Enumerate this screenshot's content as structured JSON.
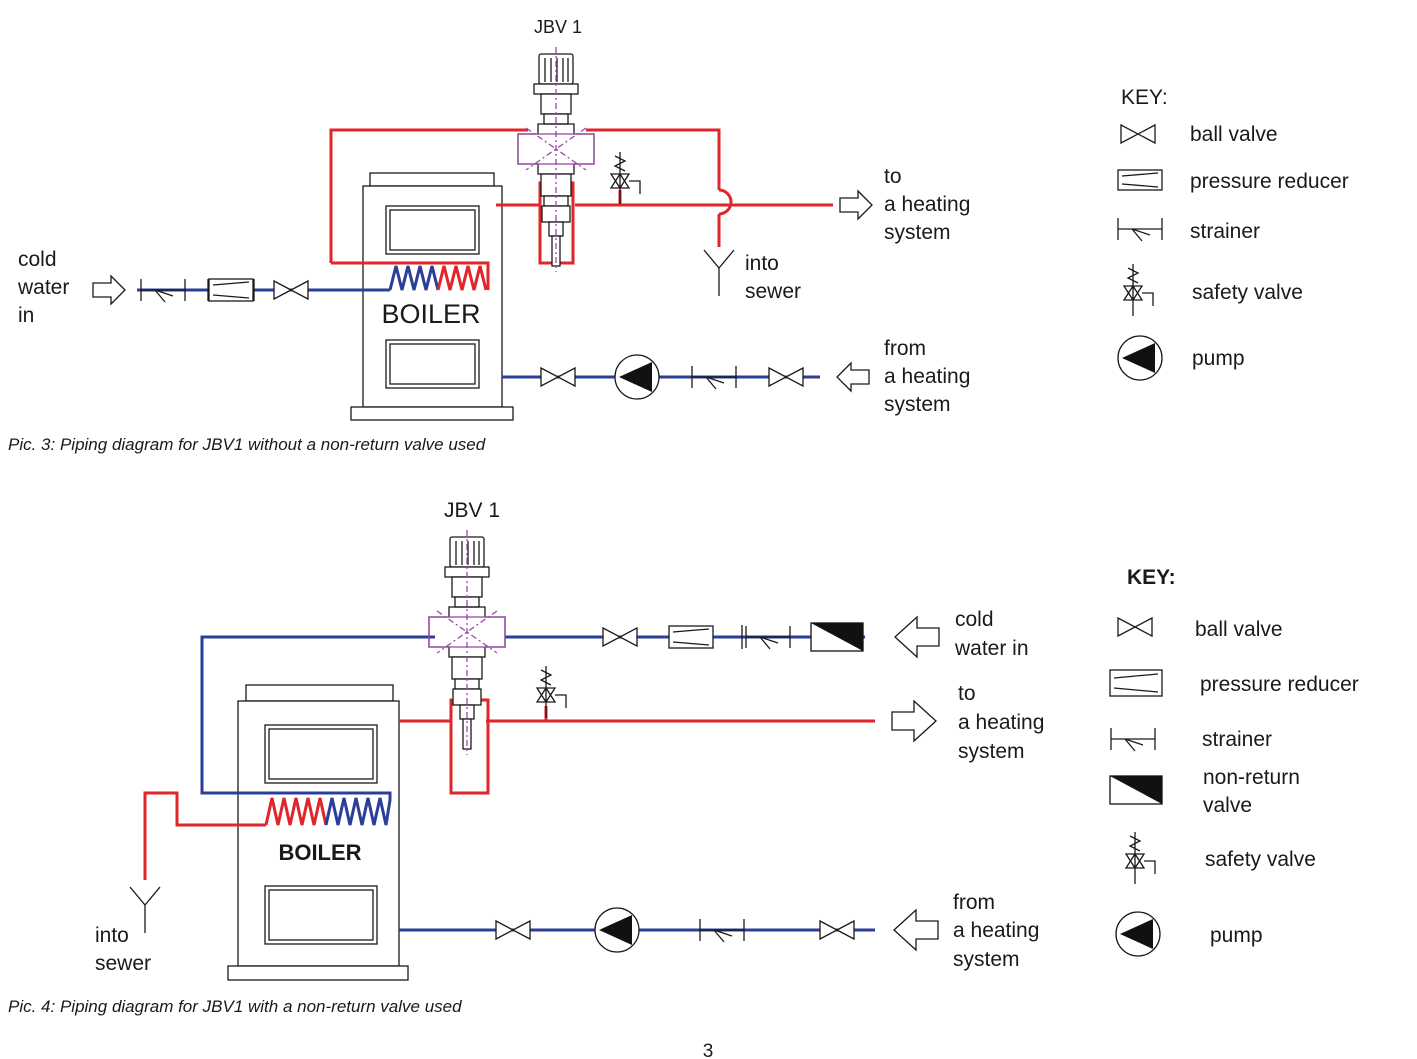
{
  "diagram1": {
    "valve_label": "JBV 1",
    "boiler_label": "BOILER",
    "cold_water": [
      "cold",
      "water",
      "in"
    ],
    "to_heating": [
      "to",
      "a heating",
      "system"
    ],
    "into_sewer": [
      "into",
      "sewer"
    ],
    "from_heating": [
      "from",
      "a heating",
      "system"
    ],
    "caption": "Pic. 3: Piping diagram for JBV1 without a non-return valve used"
  },
  "key1": {
    "title": "KEY:",
    "items": [
      "ball valve",
      "pressure reducer",
      "strainer",
      "safety valve",
      "pump"
    ]
  },
  "diagram2": {
    "valve_label": "JBV 1",
    "boiler_label": "BOILER",
    "cold_water": [
      "cold",
      "water in"
    ],
    "to_heating": [
      "to",
      "a heating",
      "system"
    ],
    "into_sewer": [
      "into",
      "sewer"
    ],
    "from_heating": [
      "from",
      "a heating",
      "system"
    ],
    "caption": "Pic. 4: Piping diagram for JBV1 with a non-return valve used"
  },
  "key2": {
    "title": "KEY:",
    "items": [
      "ball valve",
      "pressure reducer",
      "strainer",
      "non-return",
      "valve",
      "safety valve",
      "pump"
    ]
  },
  "page_number": "3",
  "colors": {
    "hot_pipe": "#e0262b",
    "cold_pipe": "#2b3f9a"
  }
}
